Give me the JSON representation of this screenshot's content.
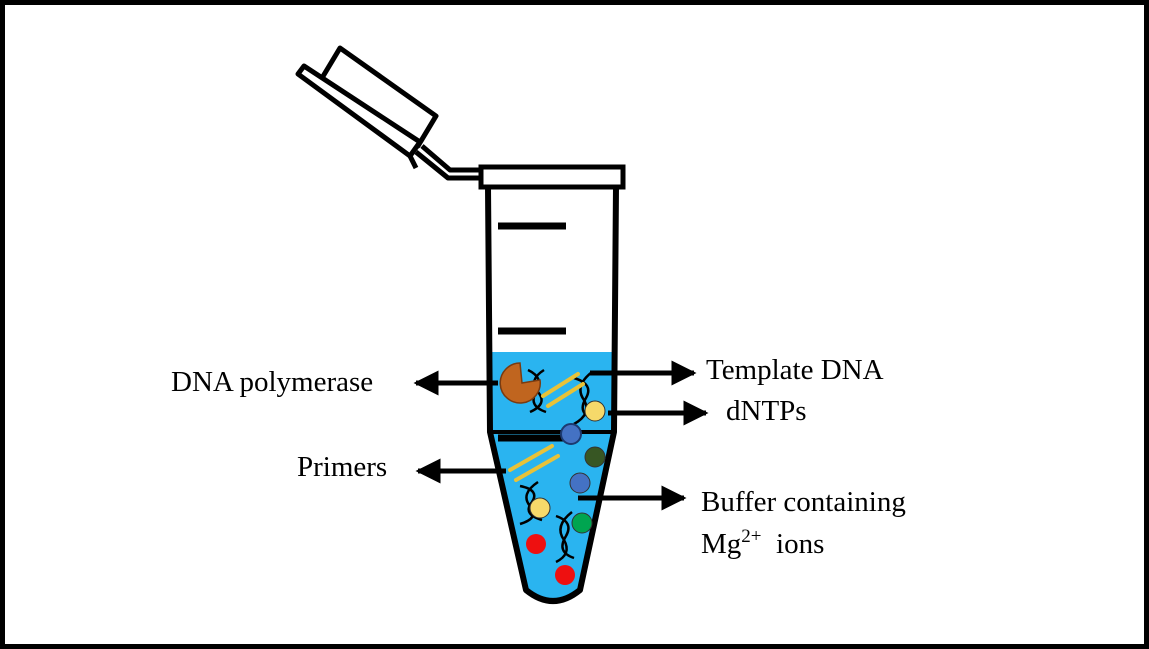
{
  "labels": {
    "dna_polymerase": "DNA polymerase",
    "primers": "Primers",
    "template_dna": "Template DNA",
    "dntps": "dNTPs",
    "buffer_line1": "Buffer containing",
    "buffer_mg": "Mg",
    "buffer_charge": "2+",
    "buffer_ions": "ions"
  },
  "colors": {
    "liquid": "#2ab4f0",
    "polymerase": "#c0651f",
    "primer": "#e8c238",
    "dntp_yellow": "#f6d96a",
    "dntp_blue": "#4472c4",
    "dntp_darkgreen": "#375623",
    "dntp_green": "#00a550",
    "dntp_red": "#ee1010",
    "outline": "#000000"
  },
  "icons": [
    "tube-cap-icon",
    "dna-helix-icon",
    "polymerase-icon",
    "arrow-icon"
  ]
}
